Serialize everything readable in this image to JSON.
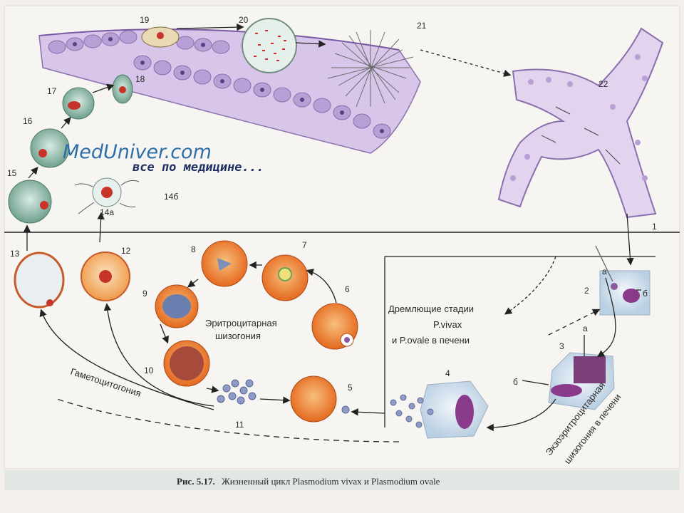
{
  "watermark": {
    "brand": "MedUniver.com",
    "tagline": "все по медицине..."
  },
  "stage_numbers": {
    "n1": "1",
    "n2": "2",
    "n3": "3",
    "n4": "4",
    "n5": "5",
    "n6": "6",
    "n7": "7",
    "n8": "8",
    "n9": "9",
    "n10": "10",
    "n11": "11",
    "n12": "12",
    "n13": "13",
    "n14a": "14а",
    "n14b": "14б",
    "n15": "15",
    "n16": "16",
    "n17": "17",
    "n18": "18",
    "n19": "19",
    "n20": "20",
    "n21": "21",
    "n22": "22"
  },
  "letters": {
    "a2": "а",
    "b2": "б",
    "a3": "а",
    "b3": "б"
  },
  "labels": {
    "erythrocytic_1": "Эритроцитарная",
    "erythrocytic_2": "шизогония",
    "dormant_1": "Дремлющие стадии",
    "dormant_2": "P.vivax",
    "dormant_3": "и P.ovale в печени",
    "gametocytogony": "Гаметоцитогония",
    "exoerythrocytic_1": "Экзоэритроцитарная",
    "exoerythrocytic_2": "шизогония в печени"
  },
  "caption": {
    "prefix": "Рис. 5.17.",
    "text": "Жизненный цикл Plasmodium vivax и Plasmodium ovale"
  },
  "colors": {
    "rbc": "#e8782c",
    "rbc_light": "#f5b26b",
    "mosquito_cell": "#c9b4e0",
    "gametocyte": "#8fb7a6",
    "background": "#f3f0ec",
    "caption_band": "#e1e8e3"
  }
}
